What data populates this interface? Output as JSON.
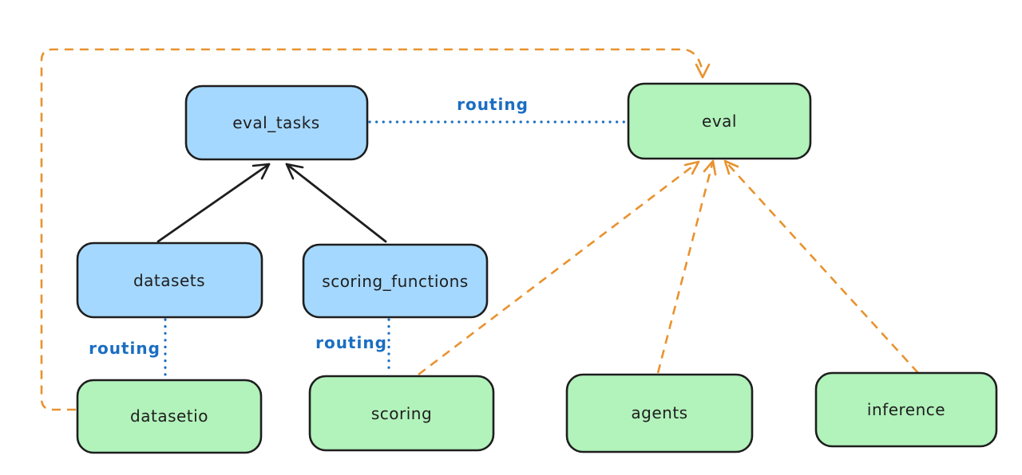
{
  "diagram": {
    "title": "",
    "colors": {
      "background": "#ffffff",
      "stroke": "#1e1e1e",
      "blue_fill": "#a5d8ff",
      "green_fill": "#b2f2bb",
      "orange": "#e8932f",
      "routing_blue": "#1b6ec2"
    },
    "nodes": [
      {
        "id": "eval_tasks",
        "label": "eval_tasks",
        "kind": "resource",
        "fill": "#a5d8ff"
      },
      {
        "id": "eval",
        "label": "eval",
        "kind": "api",
        "fill": "#b2f2bb"
      },
      {
        "id": "datasets",
        "label": "datasets",
        "kind": "resource",
        "fill": "#a5d8ff"
      },
      {
        "id": "scoring_functions",
        "label": "scoring_functions",
        "kind": "resource",
        "fill": "#a5d8ff"
      },
      {
        "id": "datasetio",
        "label": "datasetio",
        "kind": "api",
        "fill": "#b2f2bb"
      },
      {
        "id": "scoring",
        "label": "scoring",
        "kind": "api",
        "fill": "#b2f2bb"
      },
      {
        "id": "agents",
        "label": "agents",
        "kind": "api",
        "fill": "#b2f2bb"
      },
      {
        "id": "inference",
        "label": "inference",
        "kind": "api",
        "fill": "#b2f2bb"
      }
    ],
    "edges": [
      {
        "from": "datasets",
        "to": "eval_tasks",
        "style": "solid-arrow",
        "label": ""
      },
      {
        "from": "scoring_functions",
        "to": "eval_tasks",
        "style": "solid-arrow",
        "label": ""
      },
      {
        "from": "eval_tasks",
        "to": "eval",
        "style": "dotted",
        "label": "routing"
      },
      {
        "from": "datasets",
        "to": "datasetio",
        "style": "dotted",
        "label": "routing"
      },
      {
        "from": "scoring_functions",
        "to": "scoring",
        "style": "dotted",
        "label": "routing"
      },
      {
        "from": "datasetio",
        "to": "eval",
        "style": "dashed-arrow",
        "label": ""
      },
      {
        "from": "scoring",
        "to": "eval",
        "style": "dashed-arrow",
        "label": ""
      },
      {
        "from": "agents",
        "to": "eval",
        "style": "dashed-arrow",
        "label": ""
      },
      {
        "from": "inference",
        "to": "eval",
        "style": "dashed-arrow",
        "label": ""
      }
    ]
  }
}
